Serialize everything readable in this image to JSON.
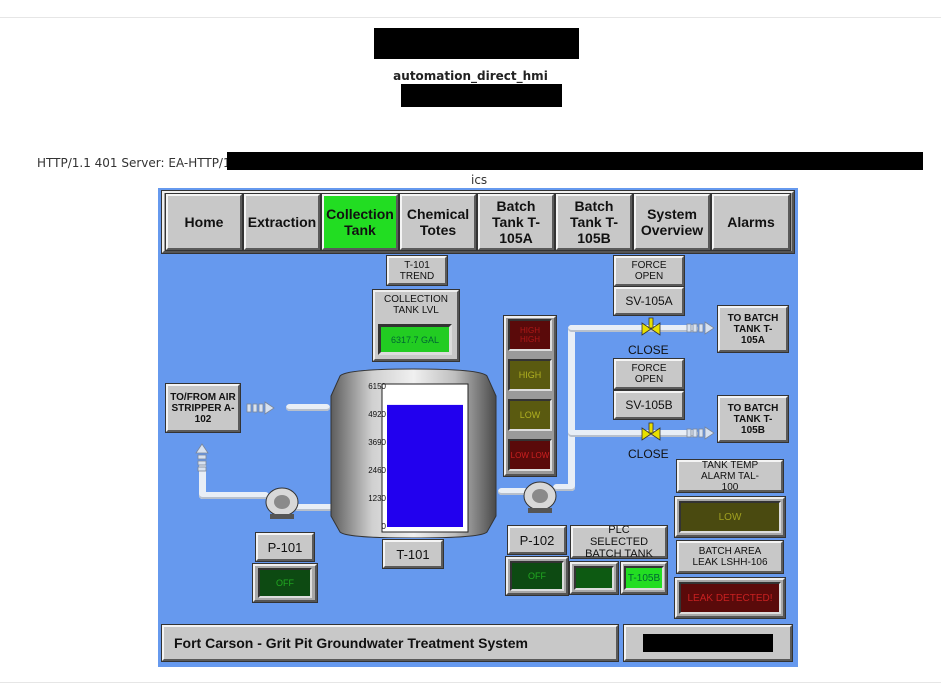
{
  "page": {
    "app_label": "automation_direct_hmi",
    "http_response": "HTTP/1.1 401 Server: EA-HTTP/1.0",
    "suffix": "ics"
  },
  "hmi": {
    "nav": [
      {
        "label": "Home",
        "active": false
      },
      {
        "label": "Extraction",
        "active": false
      },
      {
        "label": "Collection Tank",
        "active": true
      },
      {
        "label": "Chemical Totes",
        "active": false
      },
      {
        "label": "Batch Tank T-105A",
        "active": false
      },
      {
        "label": "Batch Tank T-105B",
        "active": false
      },
      {
        "label": "System Overview",
        "active": false
      },
      {
        "label": "Alarms",
        "active": false
      }
    ],
    "trend_button": "T-101 TREND",
    "level_label": "COLLECTION TANK LVL",
    "level_value": "6317.7 GAL",
    "level_fraction": 0.86,
    "tank_label": "T-101",
    "tank_scale": [
      "6150",
      "4920",
      "3690",
      "2460",
      "1230",
      "0"
    ],
    "air_stripper_button": "TO/FROM AIR STRIPPER A-102",
    "level_switches": [
      "HIGH HIGH",
      "HIGH",
      "LOW",
      "LOW LOW"
    ],
    "valves": [
      {
        "force_label": "FORCE OPEN",
        "tag": "SV-105A",
        "state": "CLOSE",
        "dest_button": "TO BATCH TANK T-105A"
      },
      {
        "force_label": "FORCE OPEN",
        "tag": "SV-105B",
        "state": "CLOSE",
        "dest_button": "TO BATCH TANK T-105B"
      }
    ],
    "pump1": {
      "tag": "P-101",
      "status": "OFF"
    },
    "pump2": {
      "tag": "P-102",
      "status": "OFF"
    },
    "plc_selected": {
      "label": "PLC SELECTED BATCH TANK",
      "value": "T-105B"
    },
    "tank_temp_alarm": {
      "label": "TANK TEMP ALARM TAL-100",
      "status": "LOW"
    },
    "leak": {
      "label": "BATCH AREA LEAK LSHH-106",
      "status": "LEAK DETECTED!"
    },
    "footer_title": "Fort Carson - Grit Pit Groundwater Treatment System"
  }
}
